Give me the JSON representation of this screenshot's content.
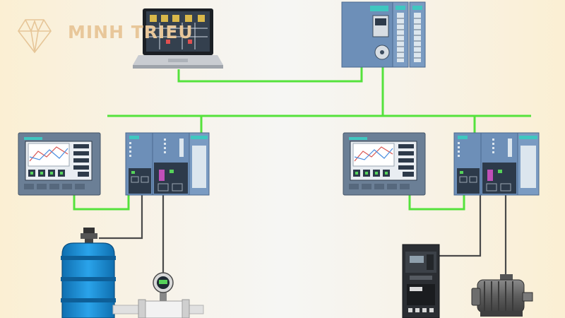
{
  "brand": {
    "name": "MINH TRIEU"
  },
  "colors": {
    "network": "#55e23c",
    "signal": "#4a4a4a",
    "device": "#6d8fb8",
    "device_dark": "#2d3a4a",
    "siemens_accent": "#3fc7c0",
    "tank": "#1c8fd6",
    "brand": "#e8c79a"
  },
  "nodes": [
    {
      "id": "laptop",
      "kind": "engineering-laptop"
    },
    {
      "id": "plc-main",
      "kind": "plc-cpu"
    },
    {
      "id": "hmi-left",
      "kind": "hmi-panel"
    },
    {
      "id": "plc-left",
      "kind": "plc-remote-io"
    },
    {
      "id": "hmi-right",
      "kind": "hmi-panel"
    },
    {
      "id": "plc-right",
      "kind": "plc-remote-io"
    },
    {
      "id": "level-tank",
      "kind": "tank-level-sensor"
    },
    {
      "id": "flow-meter",
      "kind": "flow-meter"
    },
    {
      "id": "vfd",
      "kind": "frequency-inverter"
    },
    {
      "id": "motor",
      "kind": "electric-motor"
    }
  ],
  "links": [
    {
      "from": "laptop",
      "to": "plc-main",
      "type": "network"
    },
    {
      "from": "plc-main",
      "to": "plc-left",
      "type": "network"
    },
    {
      "from": "plc-main",
      "to": "plc-right",
      "type": "network"
    },
    {
      "from": "hmi-left",
      "to": "plc-left",
      "type": "network"
    },
    {
      "from": "hmi-right",
      "to": "plc-right",
      "type": "network"
    },
    {
      "from": "plc-left",
      "to": "level-tank",
      "type": "signal"
    },
    {
      "from": "plc-left",
      "to": "flow-meter",
      "type": "signal"
    },
    {
      "from": "plc-right",
      "to": "vfd",
      "type": "signal"
    },
    {
      "from": "plc-right",
      "to": "motor",
      "type": "signal"
    }
  ]
}
